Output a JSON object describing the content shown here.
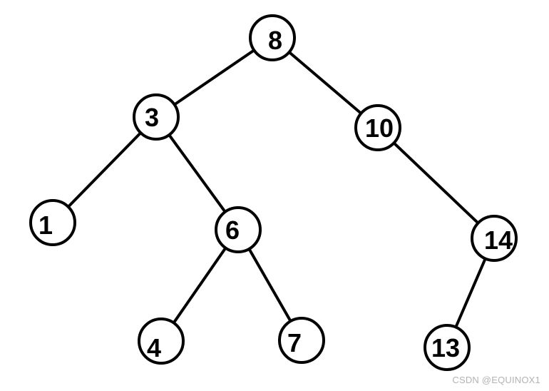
{
  "tree": {
    "nodes": [
      {
        "id": "n8",
        "label": "8"
      },
      {
        "id": "n3",
        "label": "3"
      },
      {
        "id": "n10",
        "label": "10"
      },
      {
        "id": "n1",
        "label": "1"
      },
      {
        "id": "n6",
        "label": "6"
      },
      {
        "id": "n14",
        "label": "14"
      },
      {
        "id": "n4",
        "label": "4"
      },
      {
        "id": "n7",
        "label": "7"
      },
      {
        "id": "n13",
        "label": "13"
      }
    ],
    "edges": [
      {
        "from": "n8",
        "to": "n3"
      },
      {
        "from": "n8",
        "to": "n10"
      },
      {
        "from": "n3",
        "to": "n1"
      },
      {
        "from": "n3",
        "to": "n6"
      },
      {
        "from": "n10",
        "to": "n14"
      },
      {
        "from": "n6",
        "to": "n4"
      },
      {
        "from": "n6",
        "to": "n7"
      },
      {
        "from": "n14",
        "to": "n13"
      }
    ]
  },
  "watermark": "CSDN @EQUINOX1"
}
